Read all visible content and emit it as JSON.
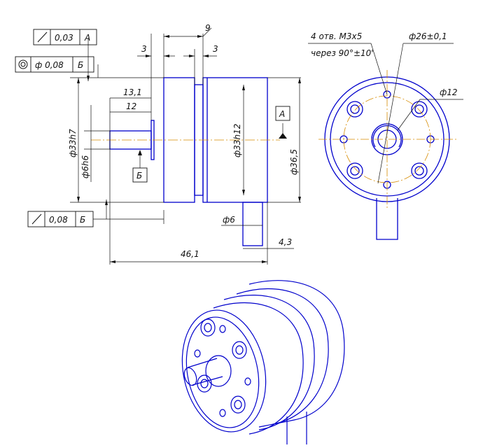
{
  "tolerances": {
    "runout_top": {
      "value": "0,03",
      "datum": "A"
    },
    "concentricity": {
      "value": "ф 0,08",
      "datum": "Б"
    },
    "runout_bottom": {
      "value": "0,08",
      "datum": "Б"
    }
  },
  "datums": {
    "a": "А",
    "b": "Б"
  },
  "dimensions": {
    "d9": "9",
    "d3_left": "3",
    "d3_right": "3",
    "d13_1": "13,1",
    "d12": "12",
    "d33h7": "ф33h7",
    "d6h6": "ф6h6",
    "d33h12": "ф33h12",
    "d36_5": "ф36,5",
    "d6": "ф6",
    "d4_3": "4,3",
    "d46_1": "46,1",
    "d26": "ф26±0,1",
    "d12_end": "ф12"
  },
  "notes": {
    "holes_line1": "4 отв. М3х5",
    "holes_line2": "через 90°±10'"
  },
  "colors": {
    "outline": "#0000cc",
    "dimension": "#111111",
    "center_line": "#d68b00"
  }
}
